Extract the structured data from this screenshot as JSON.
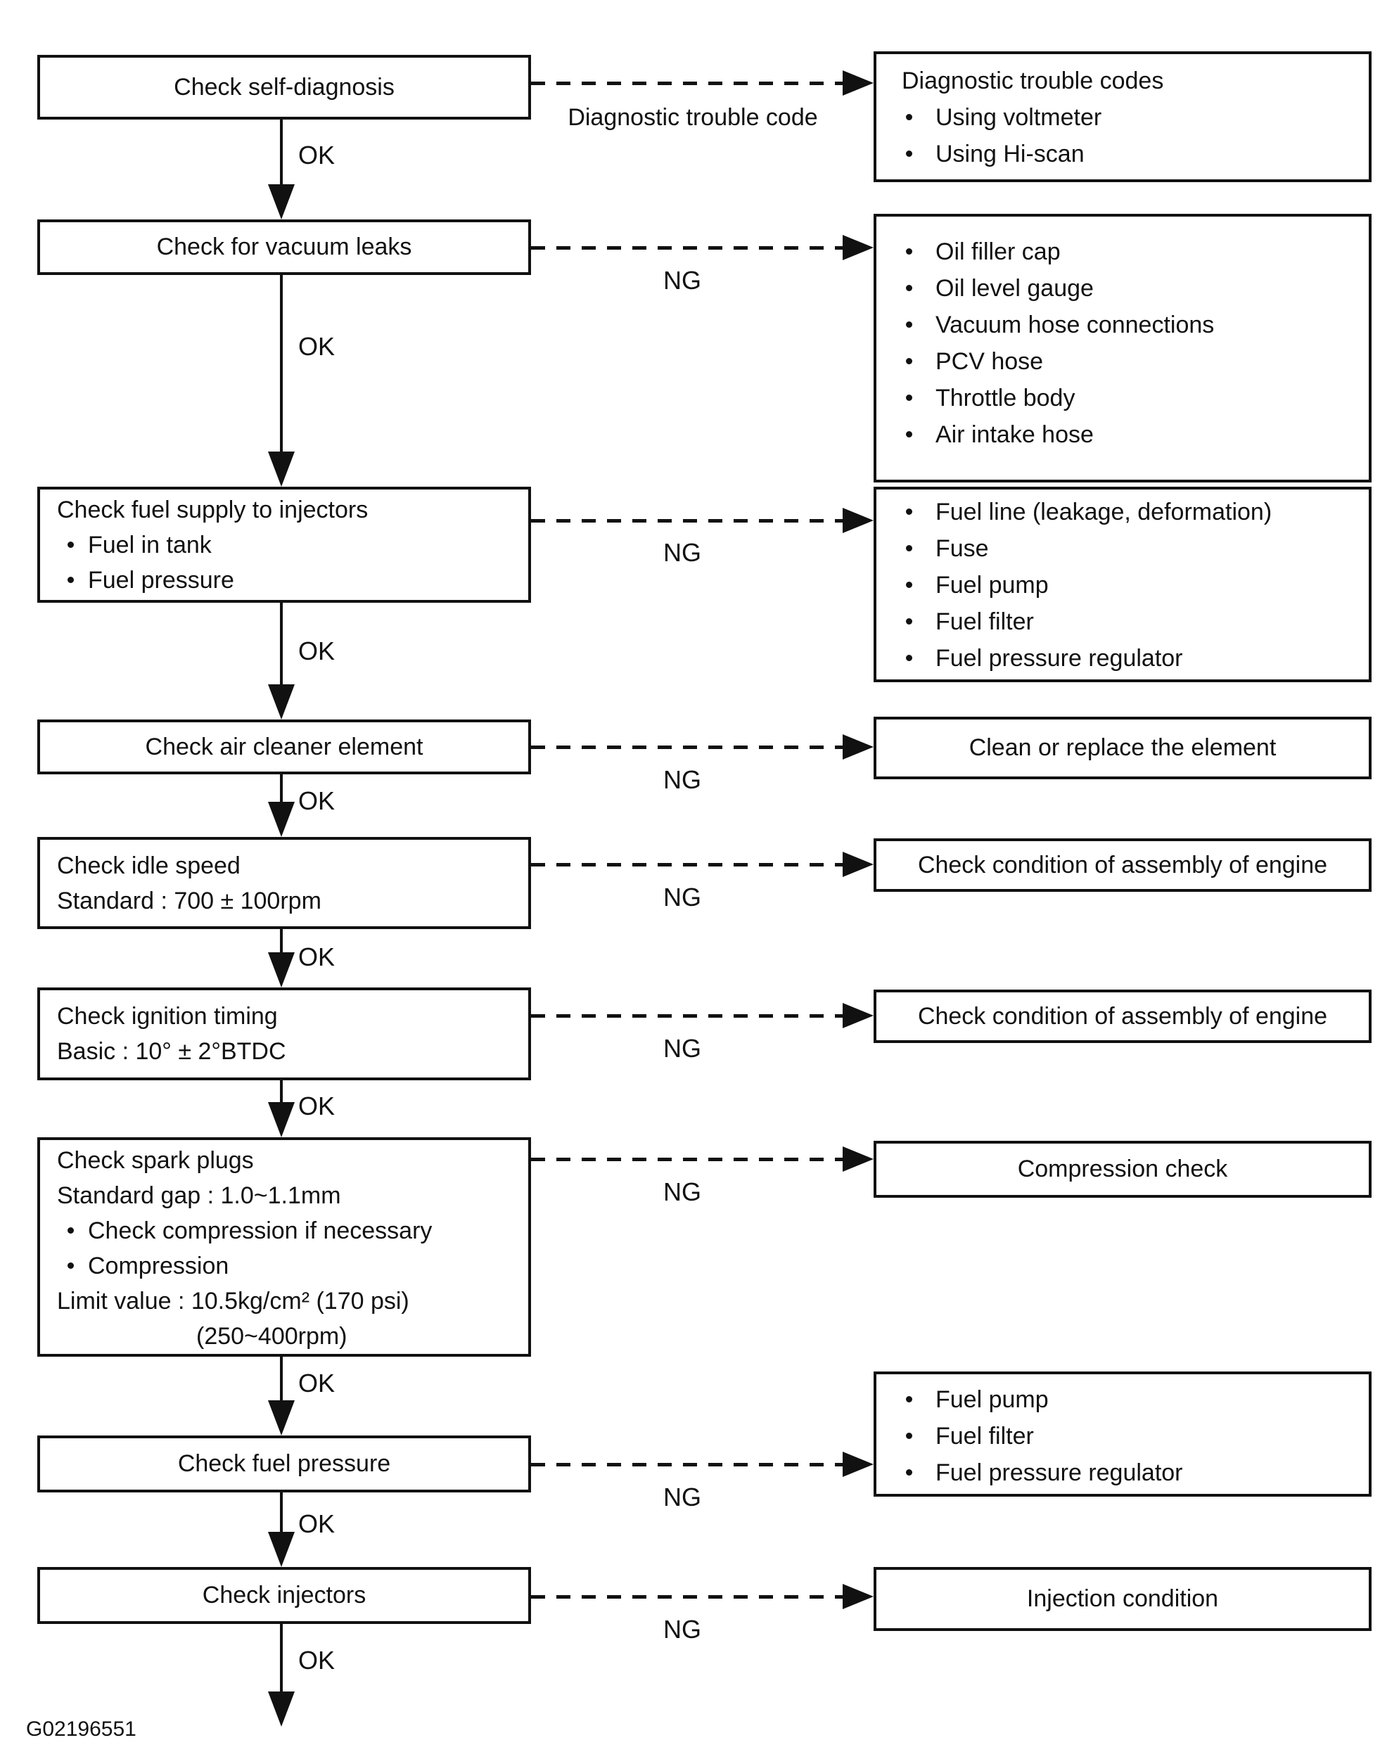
{
  "figure_code": "G02196551",
  "labels": {
    "ok": "OK",
    "ng": "NG",
    "dtc_line": "Diagnostic trouble code"
  },
  "colors": {
    "ink": "#111111",
    "paper": "#ffffff"
  },
  "steps": {
    "s1": {
      "title": "Check self-diagnosis"
    },
    "s2": {
      "title": "Check for vacuum leaks"
    },
    "s3": {
      "title": "Check fuel supply to injectors",
      "items": [
        "Fuel in tank",
        "Fuel pressure"
      ]
    },
    "s4": {
      "title": "Check air cleaner element"
    },
    "s5": {
      "lines": [
        "Check idle speed",
        "Standard : 700 ± 100rpm"
      ]
    },
    "s6": {
      "lines": [
        "Check ignition timing",
        "Basic : 10° ± 2°BTDC"
      ]
    },
    "s7": {
      "lines": [
        "Check spark plugs",
        "Standard gap : 1.0~1.1mm"
      ],
      "items": [
        "Check compression if necessary",
        "Compression"
      ],
      "limit_lines": [
        "Limit value : 10.5kg/cm² (170 psi)",
        "(250~400rpm)"
      ]
    },
    "s8": {
      "title": "Check fuel pressure"
    },
    "s9": {
      "title": "Check injectors"
    }
  },
  "results": {
    "r1": {
      "title": "Diagnostic trouble codes",
      "items": [
        "Using voltmeter",
        "Using Hi-scan"
      ]
    },
    "r2": {
      "items": [
        "Oil filler cap",
        "Oil level gauge",
        "Vacuum hose connections",
        "PCV hose",
        "Throttle body",
        "Air intake hose"
      ]
    },
    "r3": {
      "items": [
        "Fuel line (leakage, deformation)",
        "Fuse",
        "Fuel pump",
        "Fuel filter",
        "Fuel pressure regulator"
      ]
    },
    "r4": {
      "title": "Clean or replace the element"
    },
    "r5": {
      "title": "Check condition of assembly of engine"
    },
    "r6": {
      "title": "Check condition of assembly of engine"
    },
    "r7": {
      "title": "Compression check"
    },
    "r8": {
      "items": [
        "Fuel pump",
        "Fuel filter",
        "Fuel pressure regulator"
      ]
    },
    "r9": {
      "title": "Injection condition"
    }
  }
}
